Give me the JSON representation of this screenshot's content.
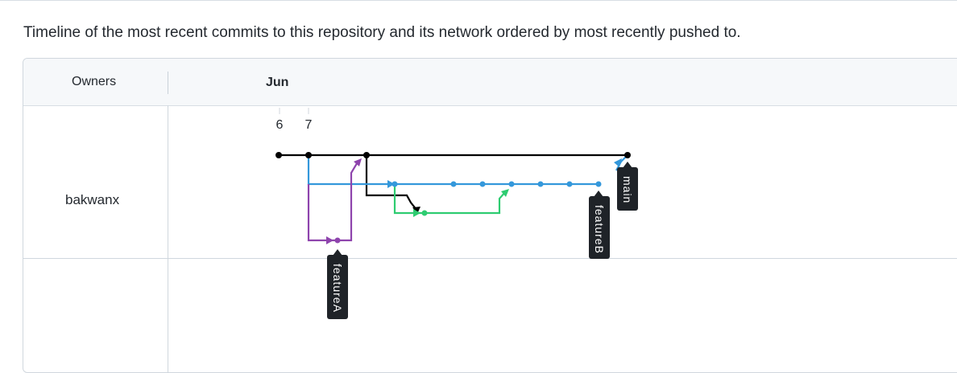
{
  "description": "Timeline of the most recent commits to this repository and its network ordered by most recently pushed to.",
  "header": {
    "owners_label": "Owners",
    "month_label": "Jun"
  },
  "days": [
    "6",
    "7"
  ],
  "owners": [
    {
      "name": "bakwanx"
    }
  ],
  "branches": [
    {
      "label": "featureA",
      "color": "#8e44ad"
    },
    {
      "label": "featureB",
      "color": "#3498db"
    },
    {
      "label": "main",
      "color": "#1f2328"
    }
  ],
  "colors": {
    "main_line": "#000000",
    "featureB_line": "#3498db",
    "featureA_line": "#8e44ad",
    "merge_line": "#2ecc71",
    "label_bg": "#1f2328",
    "label_text": "#ffffff"
  }
}
